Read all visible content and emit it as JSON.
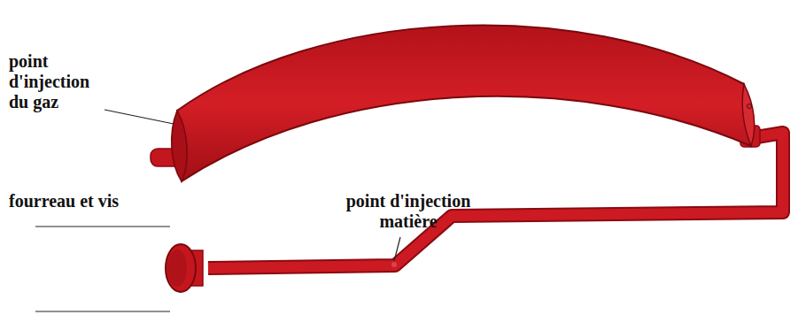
{
  "diagram": {
    "labels": [
      "point d'injection du gaz",
      "fourreau et vis",
      "point d'injection matière"
    ]
  }
}
